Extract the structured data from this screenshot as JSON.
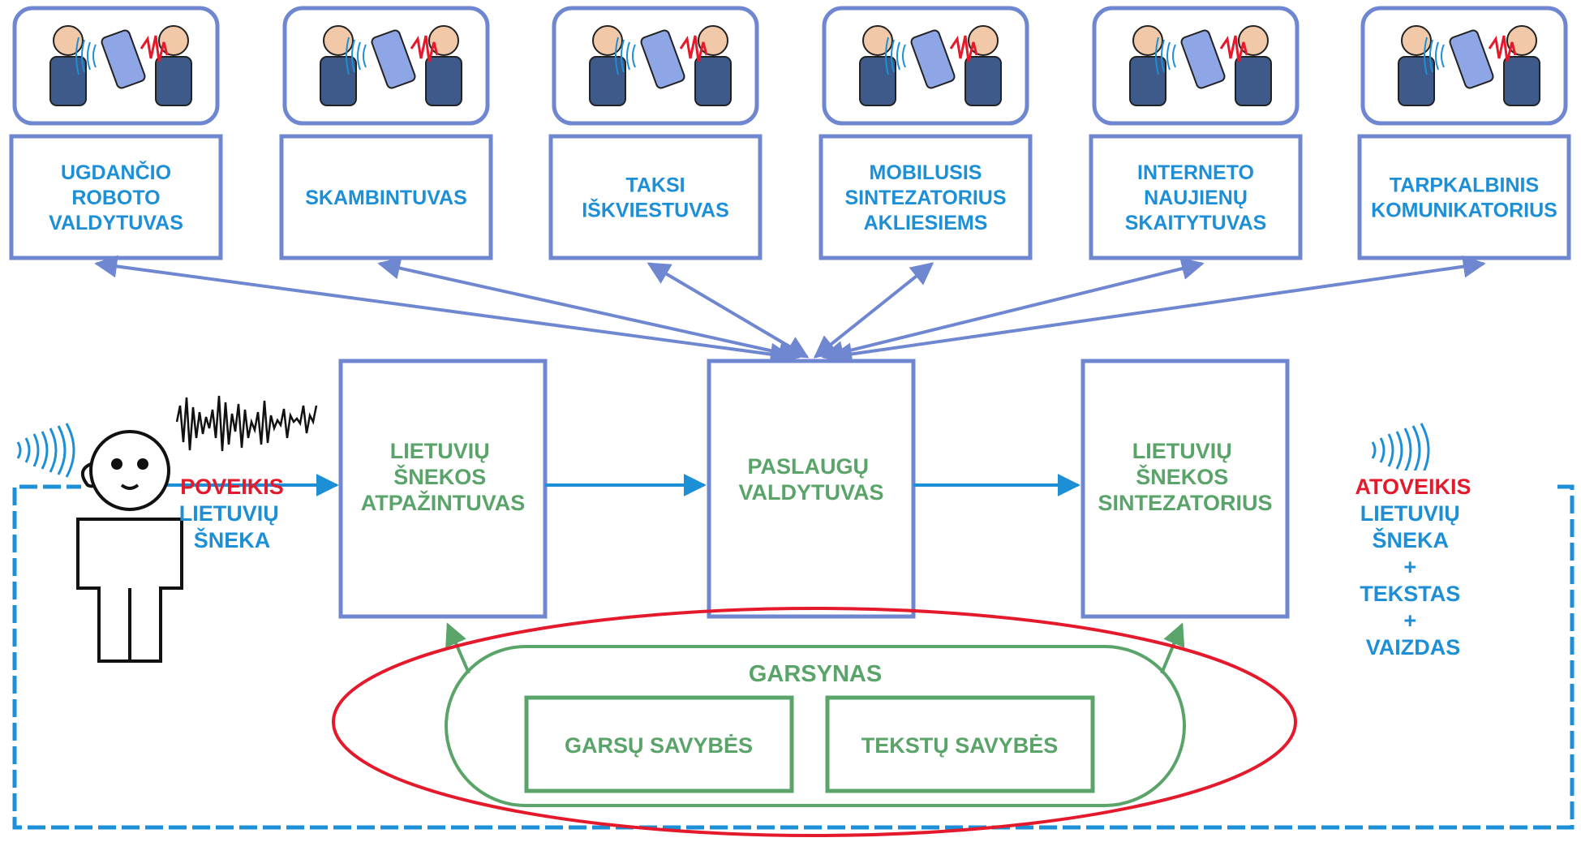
{
  "colors": {
    "box_stroke": "#6f87d0",
    "app_text": "#1d8fd6",
    "component_text": "#4a9a5a",
    "database_green": "#5aa46a",
    "flow_blue": "#1d8fd6",
    "highlight_red": "#e4192b"
  },
  "applications": [
    {
      "id": "robot",
      "icon": "guide-robot-scene-icon",
      "lines": [
        "UGDANČIO",
        "ROBOTO",
        "VALDYTUVAS"
      ]
    },
    {
      "id": "phone",
      "icon": "phone-call-scene-icon",
      "lines": [
        "SKAMBINTUVAS"
      ]
    },
    {
      "id": "taxi",
      "icon": "taxi-call-scene-icon",
      "lines": [
        "TAKSI",
        "IŠKVIESTUVAS"
      ]
    },
    {
      "id": "blind",
      "icon": "blind-user-phone-scene-icon",
      "lines": [
        "MOBILUSIS",
        "SINTEZATORIUS",
        "AKLIESIEMS"
      ]
    },
    {
      "id": "news",
      "icon": "news-reader-scene-icon",
      "lines": [
        "INTERNETO",
        "NAUJIENŲ",
        "SKAITYTUVAS"
      ]
    },
    {
      "id": "translator",
      "icon": "translator-scene-icon",
      "lines": [
        "TARPKALBINIS",
        "KOMUNIKATORIUS"
      ]
    }
  ],
  "components": {
    "recognizer": [
      "LIETUVIŲ",
      "ŠNEKOS",
      "ATPAŽINTUVAS"
    ],
    "controller": [
      "PASLAUGŲ",
      "VALDYTUVAS"
    ],
    "synthesizer": [
      "LIETUVIŲ",
      "ŠNEKOS",
      "SINTEZATORIUS"
    ]
  },
  "input": {
    "title": "POVEIKIS",
    "lines": [
      "LIETUVIŲ",
      "ŠNEKA"
    ]
  },
  "output": {
    "title": "ATOVEIKIS",
    "lines": [
      "LIETUVIŲ",
      "ŠNEKA",
      "+",
      "TEKSTAS",
      "+",
      "VAIZDAS"
    ]
  },
  "database": {
    "title": "GARSYNAS",
    "items": [
      "GARSŲ SAVYBĖS",
      "TEKSTŲ SAVYBĖS"
    ]
  }
}
